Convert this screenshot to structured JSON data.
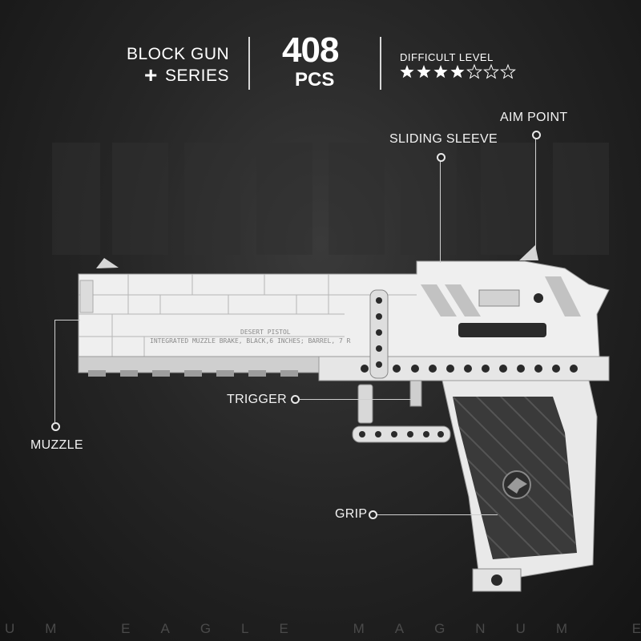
{
  "header": {
    "brand_line1": "BLOCK GUN",
    "brand_plus": "+",
    "brand_line2": "SERIES",
    "piece_count": "408",
    "piece_unit": "PCS",
    "difficulty_label": "DIFFICULT LEVEL",
    "difficulty_rating": 4,
    "difficulty_max": 7
  },
  "callouts": {
    "aim_point": "AIM POINT",
    "sliding_sleeve": "SLIDING SLEEVE",
    "trigger": "TRIGGER",
    "muzzle": "MUZZLE",
    "grip": "GRIP"
  },
  "gun": {
    "barrel_title": "DESERT PISTOL",
    "barrel_caption": "INTEGRATED MUZZLE BRAKE, BLACK,6 INCHES; BARREL, 7 R"
  },
  "footer": {
    "ribbon_text": "UM EAGLE MAGNUM E"
  },
  "colors": {
    "background": "#1b1b1b",
    "brick_white": "#eeeeee",
    "brick_gray": "#bdbdbd",
    "grip_dark": "#3a3a3a",
    "accent_text": "#ffffff"
  }
}
